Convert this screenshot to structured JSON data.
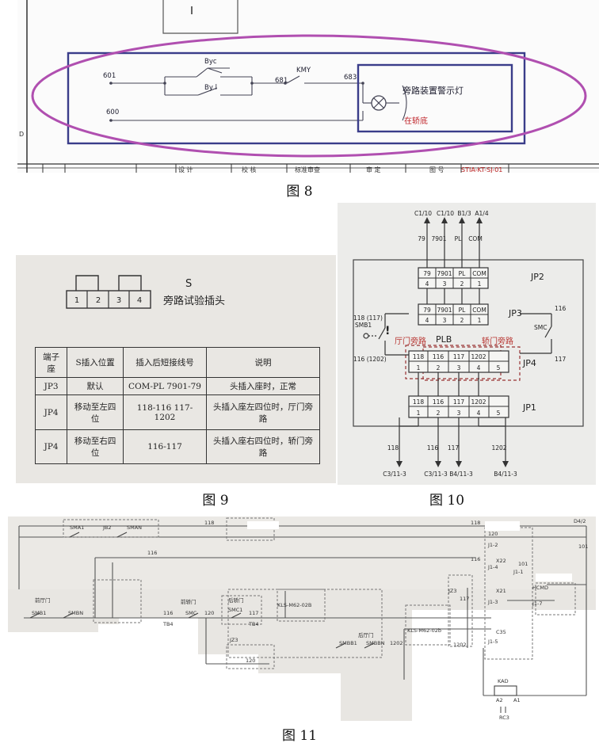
{
  "fig8": {
    "caption": "图 8",
    "w601": "601",
    "w600": "600",
    "w681": "681",
    "w683": "683",
    "byc": "Byc",
    "byl": "By l",
    "kmy": "KMY",
    "lamp": "旁路装置警示灯",
    "loc": "在轿底",
    "side_d": "D",
    "title_block": [
      "设 计",
      "校 核",
      "标准审查",
      "审 定",
      "图 号",
      "STIA-KT-SJ-01"
    ]
  },
  "fig9": {
    "caption": "图 9",
    "plug_letter": "S",
    "plug_name": "旁路试验插头",
    "pins": [
      "1",
      "2",
      "3",
      "4"
    ],
    "table": {
      "headers": [
        "端子座",
        "S插入位置",
        "插入后短接线号",
        "说明"
      ],
      "rows": [
        [
          "JP3",
          "默认",
          "COM-PL 7901-79",
          "头插入座时，正常"
        ],
        [
          "JP4",
          "移动至左四位",
          "118-116 117-1202",
          "头插入座左四位时，厅门旁路"
        ],
        [
          "JP4",
          "移动至右四位",
          "116-117",
          "头插入座右四位时，轿门旁路"
        ]
      ]
    }
  },
  "fig10": {
    "caption": "图 10",
    "top_terms": [
      "C1/10",
      "C1/10",
      "B1/3",
      "A1/4"
    ],
    "top_wires": [
      "79",
      "7901",
      "PL",
      "COM"
    ],
    "jp2": {
      "label": "JP2",
      "names": [
        "79",
        "7901",
        "PL",
        "COM"
      ],
      "nums": [
        "4",
        "3",
        "2",
        "1"
      ]
    },
    "jp3": {
      "label": "JP3",
      "names": [
        "79",
        "7901",
        "PL",
        "COM"
      ],
      "nums": [
        "4",
        "3",
        "2",
        "1"
      ]
    },
    "plb": "PLB",
    "left_label": "厅门旁路",
    "right_label": "轿门旁路",
    "jp4": {
      "label": "JP4",
      "names": [
        "118",
        "116",
        "117",
        "1202",
        ""
      ],
      "nums": [
        "1",
        "2",
        "3",
        "4",
        "5"
      ]
    },
    "jp1": {
      "label": "JP1",
      "names": [
        "118",
        "116",
        "117",
        "1202",
        ""
      ],
      "nums": [
        "1",
        "2",
        "3",
        "4",
        "5"
      ]
    },
    "left_switch": "SMB1",
    "left_top": "118 (117)",
    "left_bot": "116 (1202)",
    "right_switch": "SMC",
    "right_top": "116",
    "right_bot": "117",
    "bottom_wires": [
      "118",
      "116",
      "117",
      "1202"
    ],
    "bottom_terms": [
      "C3/11-3",
      "C3/11-3",
      "B4/11-3",
      "B4/11-3"
    ]
  },
  "fig11": {
    "caption": "图 11",
    "labels": {
      "sma1": "SMA1",
      "jb2": "JB2",
      "sman": "SMAN",
      "w118a": "118",
      "w118b": "118",
      "w120": "120",
      "d4_2": "D4/2",
      "w101": "101",
      "w116a": "116",
      "w116b": "116",
      "w116c": "116",
      "x22": "X22",
      "x21": "X21",
      "j1_1": "J1-1",
      "j1_2": "J1-2",
      "j1_3": "J1-3",
      "j1_4": "J1-4",
      "j1_5": "J1-5",
      "j1_7": "J1-7",
      "hcmd": "HCMD",
      "w101b": "101",
      "front_door": "前厅门",
      "smb1": "SMB1",
      "smbn": "SMBN",
      "front_car": "前轿门",
      "smc": "SMC",
      "tb4a": "TB4",
      "w116d": "116",
      "w120b": "120",
      "rear_car": "后轿门",
      "smc1": "SMC1",
      "w117": "117",
      "tb4b": "TB4",
      "rear_door": "后厅门",
      "smbb1": "SMBB1",
      "smbbn": "SMBBN",
      "w1202": "1202",
      "kls_a": "KLS-M62-02B",
      "kls_b": "KLS-M62-02b",
      "jz3": "JZ3",
      "jz3b": "JZ3",
      "w1202b": "1202",
      "w117b": "117",
      "c35": "C35",
      "kad": "KAD",
      "a2": "A2",
      "a1": "A1",
      "rc3": "RC3",
      "w120c": "120"
    }
  }
}
